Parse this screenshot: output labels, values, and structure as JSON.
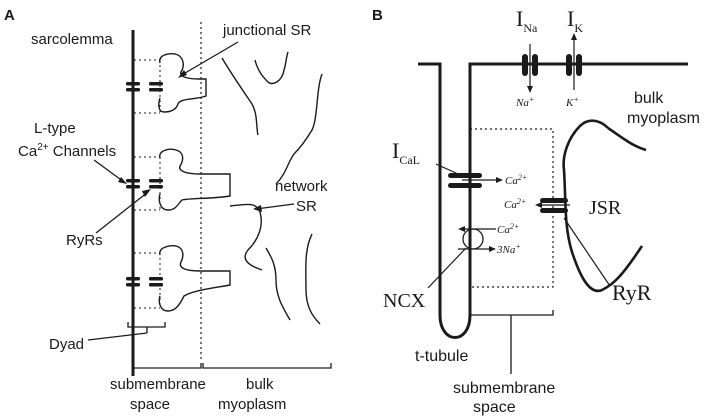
{
  "panel_a": {
    "letter": "A",
    "sarcolemma": "sarcolemma",
    "junctional_sr": "junctional SR",
    "ltype_line1": "L-type",
    "ltype_ca": "Ca",
    "ltype_sup": "2+",
    "ltype_channels": " Channels",
    "network_sr_line1": "network",
    "network_sr_line2": "SR",
    "ryrs": "RyRs",
    "dyad": "Dyad",
    "submembrane_line1": "submembrane",
    "submembrane_line2": "space",
    "bulk_line1": "bulk",
    "bulk_line2": "myoplasm"
  },
  "panel_b": {
    "letter": "B",
    "ina_main": "I",
    "ina_sub": "Na",
    "ik_main": "I",
    "ik_sub": "K",
    "na_plus": "Na",
    "k_plus": "K",
    "plus_sign": "+",
    "bulk_line1": "bulk",
    "bulk_line2": "myoplasm",
    "ical_main": "I",
    "ical_sub": "CaL",
    "ca": "Ca",
    "ca_sup": "2+",
    "three_na": "3Na",
    "jsr": "JSR",
    "ncx": "NCX",
    "ryr": "RyR",
    "t_tubule": "t-tubule",
    "submembrane_line1": "submembrane",
    "submembrane_line2": "space"
  },
  "colors": {
    "ink": "#1a1a1a",
    "background": "#ffffff"
  }
}
